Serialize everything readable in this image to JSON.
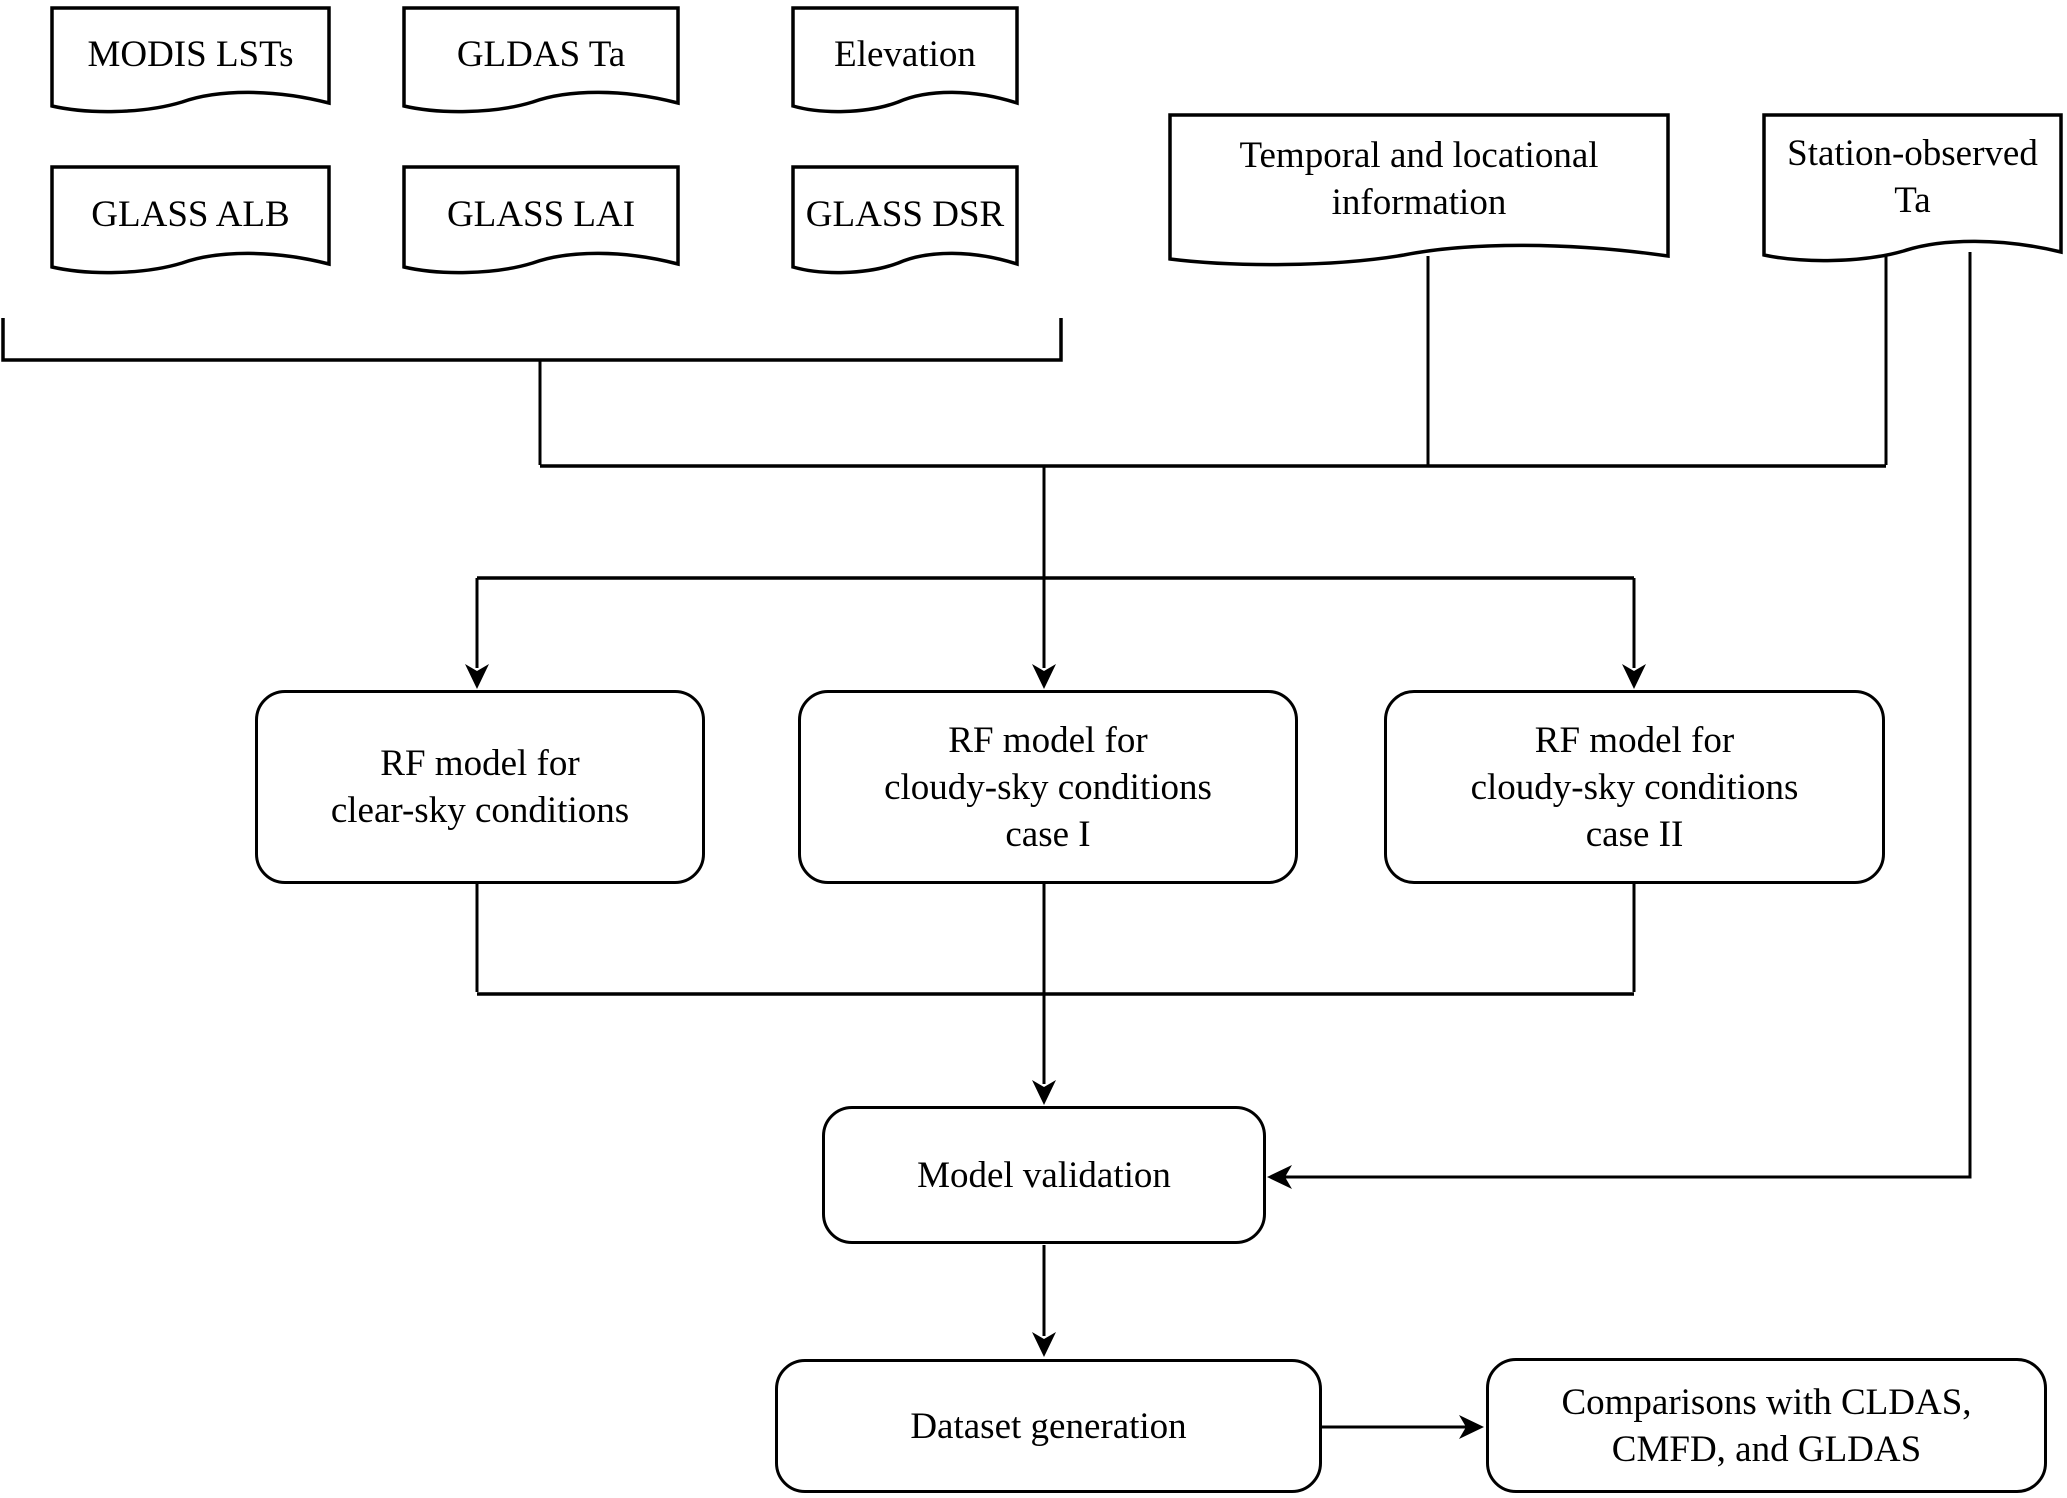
{
  "diagram": {
    "background_color": "#ffffff",
    "line_color": "#000000",
    "text_color": "#000000",
    "nodes": {
      "modis_lsts": {
        "shape": "document",
        "label": "MODIS LSTs"
      },
      "gldas_ta": {
        "shape": "document",
        "label": "GLDAS Ta"
      },
      "elevation": {
        "shape": "document",
        "label": "Elevation"
      },
      "glass_alb": {
        "shape": "document",
        "label": "GLASS ALB"
      },
      "glass_lai": {
        "shape": "document",
        "label": "GLASS LAI"
      },
      "glass_dsr": {
        "shape": "document",
        "label": "GLASS DSR"
      },
      "temporal_locational": {
        "shape": "document",
        "label": "Temporal and locational\ninformation"
      },
      "station_observed_ta": {
        "shape": "document",
        "label": "Station-observed\nTa"
      },
      "rf_clear_sky": {
        "shape": "rounded",
        "label": "RF model for\nclear-sky conditions"
      },
      "rf_cloudy_case1": {
        "shape": "rounded",
        "label": "RF model for\ncloudy-sky conditions\ncase I"
      },
      "rf_cloudy_case2": {
        "shape": "rounded",
        "label": "RF model for\ncloudy-sky conditions\ncase II"
      },
      "model_validation": {
        "shape": "rounded",
        "label": "Model validation"
      },
      "dataset_generation": {
        "shape": "rounded",
        "label": "Dataset generation"
      },
      "comparisons": {
        "shape": "rounded",
        "label": "Comparisons with CLDAS,\nCMFD, and GLDAS"
      }
    },
    "connections": [
      "satellite and reanalysis data sources (MODIS LSTs, GLDAS Ta, Elevation, GLASS ALB, GLASS LAI, GLASS DSR) -> merged with temporal and locational information and station-observed Ta",
      "merged inputs -> RF model for clear-sky conditions",
      "merged inputs -> RF model for cloudy-sky conditions case I",
      "merged inputs -> RF model for cloudy-sky conditions case II",
      "three RF models -> Model validation",
      "Station-observed Ta -> Model validation",
      "Model validation -> Dataset generation",
      "Dataset generation -> Comparisons with CLDAS, CMFD, and GLDAS"
    ]
  }
}
